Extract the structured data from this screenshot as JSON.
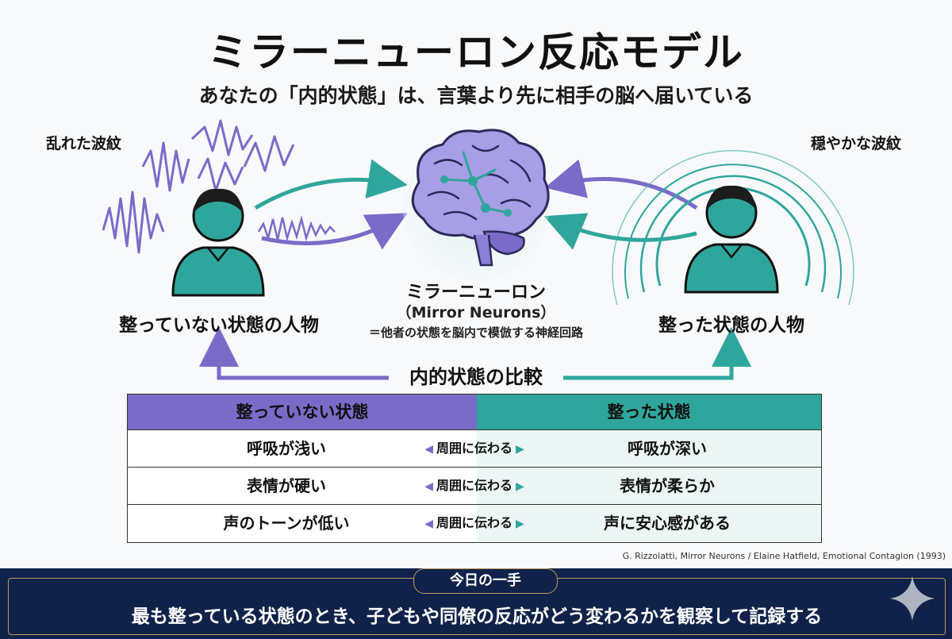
{
  "title": "ミラーニューロン反応モデル",
  "subtitle": "あなたの「内的状態」は、言葉より先に相手の脳へ届いている",
  "left_wave_label": "乱れた波紋",
  "right_wave_label": "穏やかな波紋",
  "left_person_label": "整っていない状態の人物",
  "right_person_label": "整った状態の人物",
  "mirror_neuron": {
    "title": "ミラーニューロン",
    "english": "（Mirror Neurons）",
    "description": "＝他者の状態を脳内で模倣する神経回路"
  },
  "comparison_title": "内的状態の比較",
  "table": {
    "header_left": "整っていない状態",
    "header_right": "整った状態",
    "rows": [
      {
        "left": "呼吸が浅い",
        "middle": "周囲に伝わる",
        "right": "呼吸が深い"
      },
      {
        "left": "表情が硬い",
        "middle": "周囲に伝わる",
        "right": "表情が柔らか"
      },
      {
        "left": "声のトーンが低い",
        "middle": "周囲に伝わる",
        "right": "声に安心感がある"
      }
    ]
  },
  "citation": "G. Rizzolatti, Mirror Neurons / Elaine Hatfield, Emotional Contagion (1993)",
  "banner": {
    "tag": "今日の一手",
    "text": "最も整っている状態のとき、子どもや同僚の反応がどう変わるかを観察して記録する"
  },
  "colors": {
    "purple": "#7a6bc9",
    "teal": "#2fa69c",
    "navy": "#11224a",
    "gold": "#b59a5a"
  },
  "icons": [
    "left-person-icon",
    "right-person-icon",
    "brain-icon",
    "sparkle-icon"
  ]
}
